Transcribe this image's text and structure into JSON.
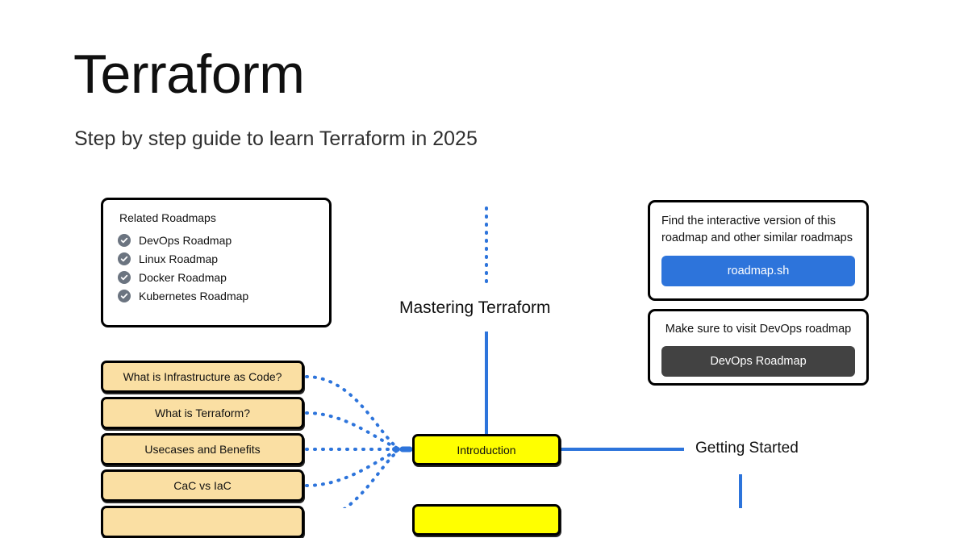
{
  "header": {
    "title": "Terraform",
    "subtitle": "Step by step guide to learn Terraform  in 2025"
  },
  "related_roadmaps": {
    "title": "Related Roadmaps",
    "icon": "check-circle-icon",
    "items": [
      {
        "label": "DevOps Roadmap"
      },
      {
        "label": "Linux Roadmap"
      },
      {
        "label": "Docker Roadmap"
      },
      {
        "label": "Kubernetes Roadmap"
      }
    ]
  },
  "interactive_card": {
    "text": "Find the interactive version of this roadmap and other similar roadmaps",
    "button_label": "roadmap.sh",
    "button_color": "#2d74db"
  },
  "devops_card": {
    "text": "Make sure to visit DevOps roadmap",
    "button_label": "DevOps Roadmap",
    "button_color": "#424242"
  },
  "mindmap": {
    "center_label": "Mastering Terraform",
    "branch_label": "Getting Started",
    "primary_node": "Introduction",
    "sub_nodes": [
      {
        "label": "What is Infrastructure as Code?"
      },
      {
        "label": "What is Terraform?"
      },
      {
        "label": "Usecases and Benefits"
      },
      {
        "label": "CaC vs IaC"
      },
      {
        "label": ""
      }
    ],
    "colors": {
      "primary_node": "#ffff00",
      "sub_node": "#fadfa3",
      "connector": "#2d74db",
      "node_border": "#000000"
    }
  }
}
